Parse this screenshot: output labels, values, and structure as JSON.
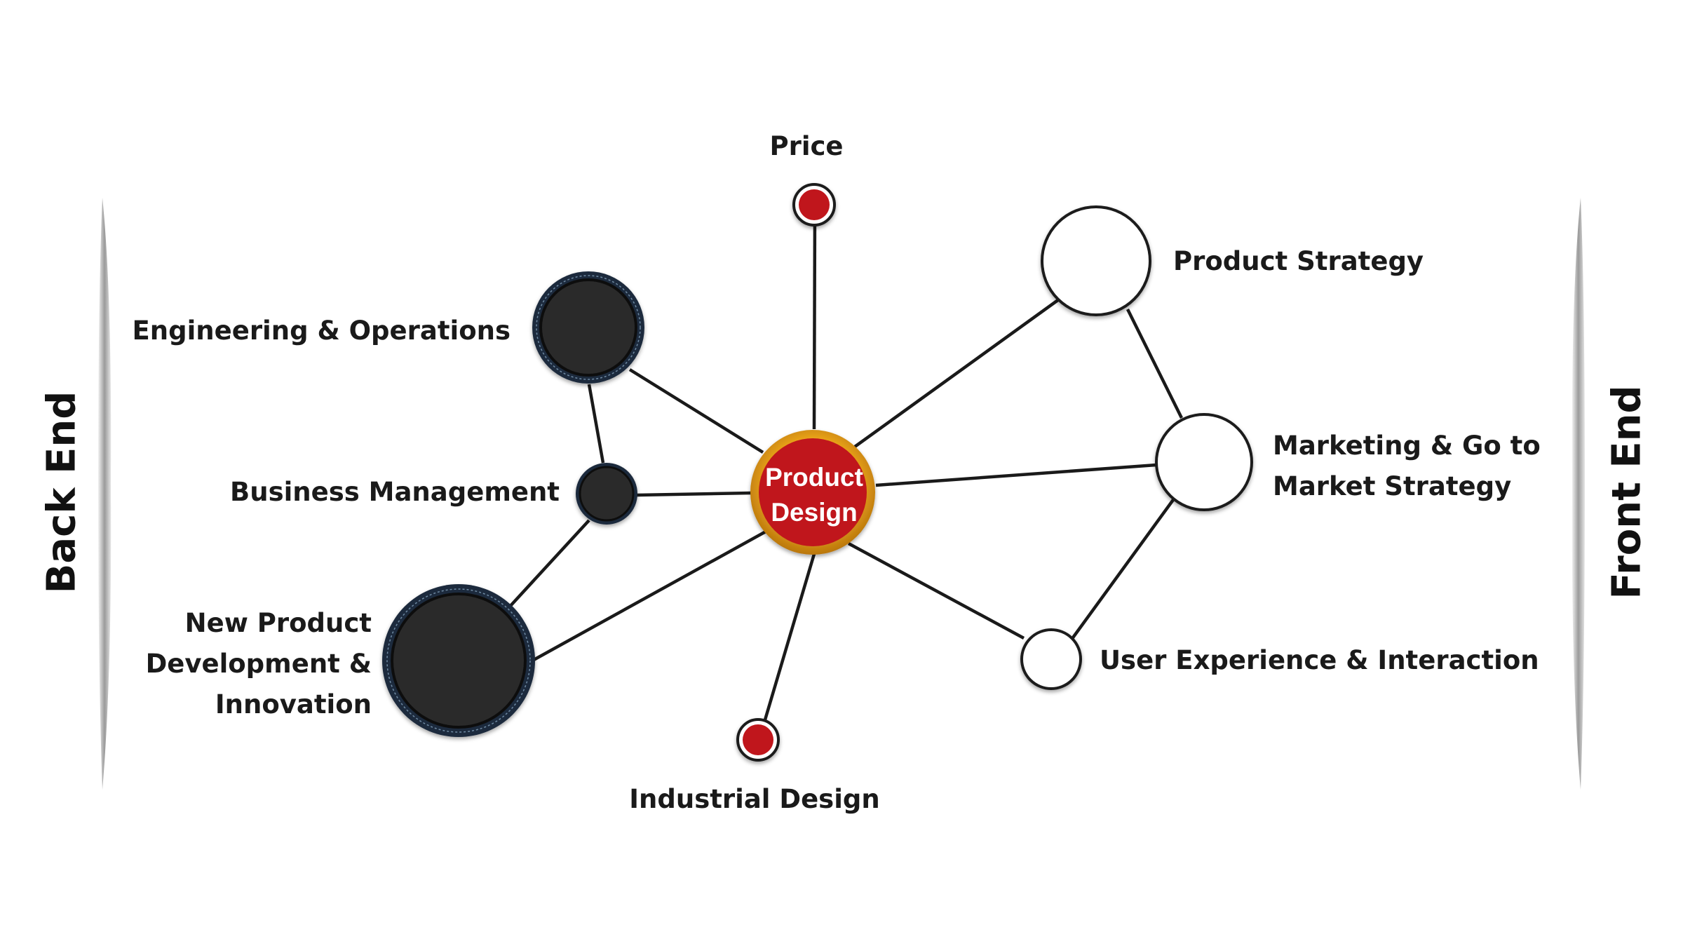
{
  "sides": {
    "left": "Back End",
    "right": "Front End"
  },
  "center": {
    "line1": "Product",
    "line2": "Design"
  },
  "nodes": {
    "price": "Price",
    "industrial_design": "Industrial Design",
    "engineering": "Engineering & Operations",
    "business": "Business Management",
    "npd": [
      "New Product",
      "Development &",
      "Innovation"
    ],
    "strategy": "Product Strategy",
    "marketing": [
      "Marketing & Go to",
      "Market Strategy"
    ],
    "ux": "User Experience & Interaction"
  },
  "colors": {
    "accent_red": "#c0171c",
    "gold_ring": "#e6a51d",
    "dark_node": "#2b2b2b",
    "dark_ring": "#1b2a3c",
    "line": "#1a1a1a"
  }
}
